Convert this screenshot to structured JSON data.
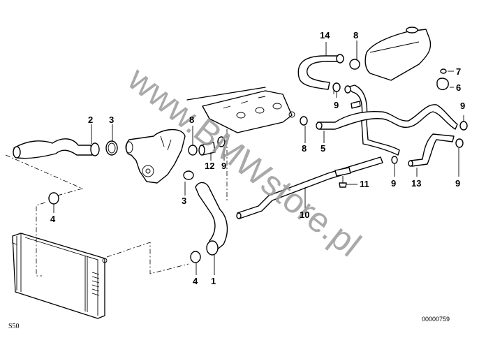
{
  "diagram": {
    "title": "Cooling system water hoses",
    "model_code": "S50",
    "diagram_number": "00000759",
    "watermark": "www.BMWstore.pl",
    "callouts": [
      {
        "id": "c1",
        "label": "1"
      },
      {
        "id": "c2",
        "label": "2"
      },
      {
        "id": "c3a",
        "label": "3"
      },
      {
        "id": "c3b",
        "label": "3"
      },
      {
        "id": "c4a",
        "label": "4"
      },
      {
        "id": "c4b",
        "label": "4"
      },
      {
        "id": "c5",
        "label": "5"
      },
      {
        "id": "c6",
        "label": "6"
      },
      {
        "id": "c7",
        "label": "7"
      },
      {
        "id": "c8a",
        "label": "8"
      },
      {
        "id": "c8b",
        "label": "8"
      },
      {
        "id": "c8c",
        "label": "8"
      },
      {
        "id": "c9a",
        "label": "9"
      },
      {
        "id": "c9b",
        "label": "9"
      },
      {
        "id": "c9c",
        "label": "9"
      },
      {
        "id": "c9d",
        "label": "9"
      },
      {
        "id": "c9e",
        "label": "9"
      },
      {
        "id": "c10",
        "label": "10"
      },
      {
        "id": "c11",
        "label": "11"
      },
      {
        "id": "c12",
        "label": "12"
      },
      {
        "id": "c13",
        "label": "13"
      },
      {
        "id": "c14",
        "label": "14"
      }
    ]
  }
}
